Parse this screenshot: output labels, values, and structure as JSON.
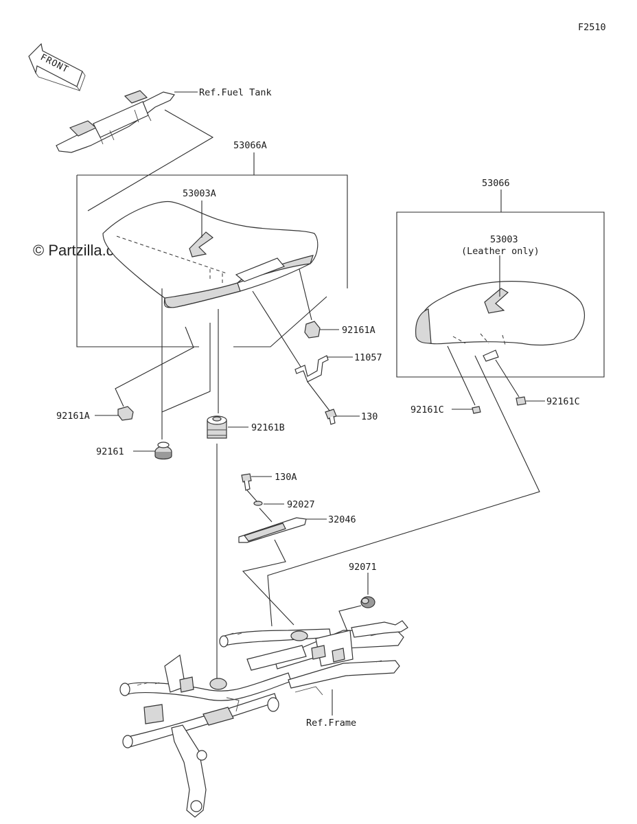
{
  "figure_code": "F2510",
  "watermark": "© Partzilla.com",
  "front_arrow_label": "FRONT",
  "callouts": {
    "ref_fuel_tank": "Ref.Fuel Tank",
    "p53066A": "53066A",
    "p53003A": "53003A",
    "p53066": "53066",
    "p53003": "53003",
    "leather_only": "(Leather only)",
    "p92161A_right": "92161A",
    "p11057": "11057",
    "p130": "130",
    "p92161A_left": "92161A",
    "p92161": "92161",
    "p92161B": "92161B",
    "p92161C_left": "92161C",
    "p92161C_right": "92161C",
    "p130A": "130A",
    "p92027": "92027",
    "p32046": "32046",
    "p92071": "92071",
    "ref_frame": "Ref.Frame"
  }
}
